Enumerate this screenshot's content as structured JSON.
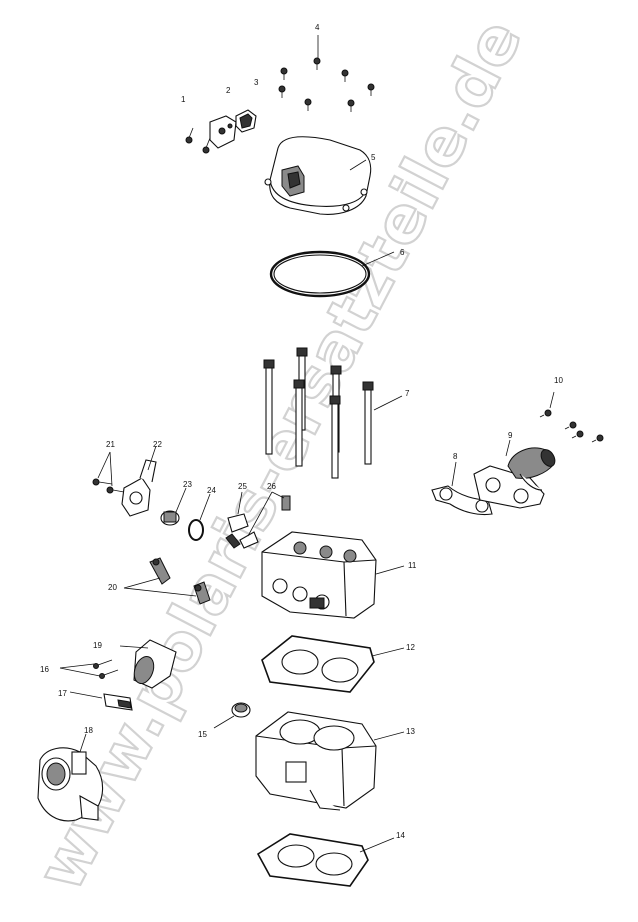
{
  "diagram": {
    "watermark_text": "www.polaris-ersatzteile.de",
    "callouts": [
      "1",
      "2",
      "3",
      "4",
      "5",
      "6",
      "7",
      "8",
      "9",
      "10",
      "11",
      "12",
      "13",
      "14",
      "15",
      "16",
      "17",
      "18",
      "19",
      "20",
      "21",
      "22",
      "23",
      "24",
      "25",
      "26"
    ]
  }
}
